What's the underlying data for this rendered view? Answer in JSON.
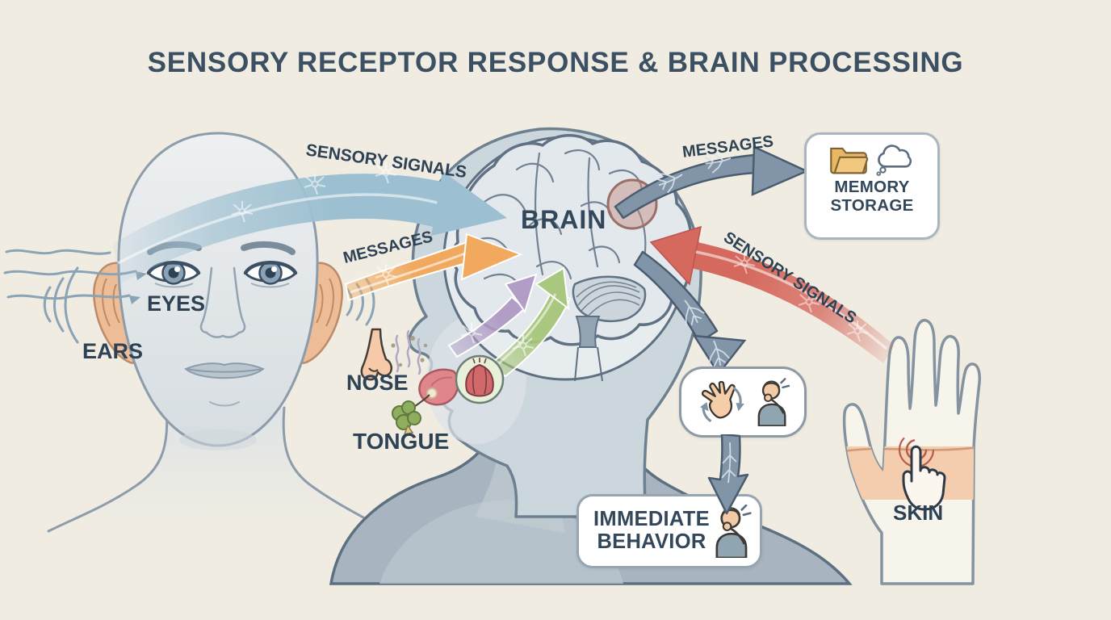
{
  "title": "SENSORY RECEPTOR RESPONSE & BRAIN PROCESSING",
  "organ_labels": {
    "eyes": "EYES",
    "ears": "EARS",
    "nose": "NOSE",
    "tongue": "TONGUE",
    "brain": "BRAIN",
    "skin": "SKIN"
  },
  "signal_labels": {
    "eyes_to_brain": "SENSORY SIGNALS",
    "ears_to_brain": "MESSAGES",
    "brain_to_memory": "MESSAGES",
    "skin_to_brain": "SENSORY SIGNALS"
  },
  "boxes": {
    "memory_storage": {
      "label": "MEMORY STORAGE",
      "icons": [
        "folder-icon",
        "thought-cloud-icon"
      ]
    },
    "reflex": {
      "icons": [
        "rotating-hand-icon",
        "sneezing-person-icon"
      ]
    },
    "immediate_behavior": {
      "label": "IMMEDIATE BEHAVIOR",
      "icons": [
        "sneezing-person-icon"
      ]
    }
  },
  "colors": {
    "background": "#f0ece2",
    "label_text": "#2e4255",
    "arrow_vision": "#a3c3d3",
    "arrow_hearing": "#f1a95e",
    "arrow_smell": "#b29dc6",
    "arrow_taste": "#a9c77e",
    "arrow_touch": "#d97469",
    "arrow_neural": "#8294a7"
  }
}
